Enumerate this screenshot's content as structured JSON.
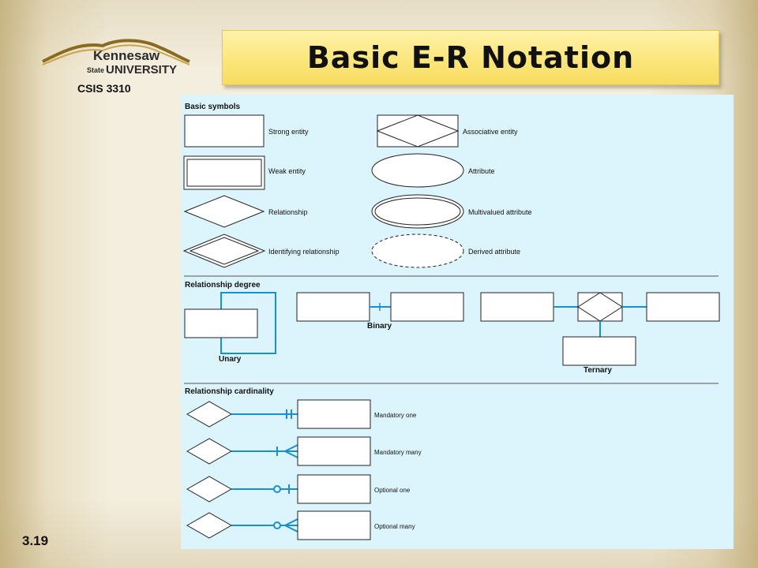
{
  "header": {
    "logo_line1": "Kennesaw",
    "logo_line2_state": "State",
    "logo_line2_university": "UNIVERSITY",
    "course": "CSIS 3310",
    "title": "Basic E-R Notation"
  },
  "footer": {
    "slide_number": "3.19"
  },
  "diagram": {
    "sections": {
      "basic_symbols": "Basic symbols",
      "relationship_degree": "Relationship degree",
      "relationship_cardinality": "Relationship cardinality"
    },
    "symbols": {
      "strong_entity": "Strong entity",
      "weak_entity": "Weak entity",
      "relationship": "Relationship",
      "identifying_relationship": "Identifying relationship",
      "associative_entity": "Associative entity",
      "attribute": "Attribute",
      "multivalued_attribute": "Multivalued attribute",
      "derived_attribute": "Derived attribute"
    },
    "degrees": {
      "unary": "Unary",
      "binary": "Binary",
      "ternary": "Ternary"
    },
    "cardinalities": {
      "mandatory_one": "Mandatory one",
      "mandatory_many": "Mandatory many",
      "optional_one": "Optional one",
      "optional_many": "Optional many"
    }
  },
  "colors": {
    "panel_background": "#dcf4fb",
    "connector": "#1a8fd0",
    "title_box": "#fbe67c"
  }
}
